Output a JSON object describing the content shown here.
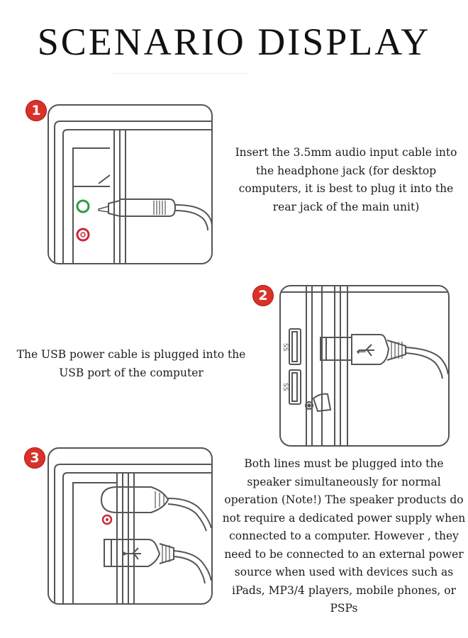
{
  "title": "SCENARIO DISPLAY",
  "steps": [
    {
      "number": "1",
      "text": "Insert the 3.5mm audio input cable into the headphone jack (for desktop computers, it is best to plug it into the rear jack of the main unit)",
      "illustration": "audio-jack-illustration"
    },
    {
      "number": "2",
      "text": "The USB power cable is plugged into the USB port of the computer",
      "illustration": "usb-port-illustration"
    },
    {
      "number": "3",
      "text": "Both lines must be plugged into the speaker simultaneously for normal operation (Note!) The speaker products do not require a dedicated power supply when connected to a computer. However , they need to be connected to an external power source when used with devices such as iPads, MP3/4 players, mobile phones, or PSPs",
      "illustration": "both-cables-illustration"
    }
  ],
  "colors": {
    "badge": "#d8322a",
    "jack_green": "#2e9b45",
    "jack_red": "#c9283a",
    "line": "#555555"
  }
}
